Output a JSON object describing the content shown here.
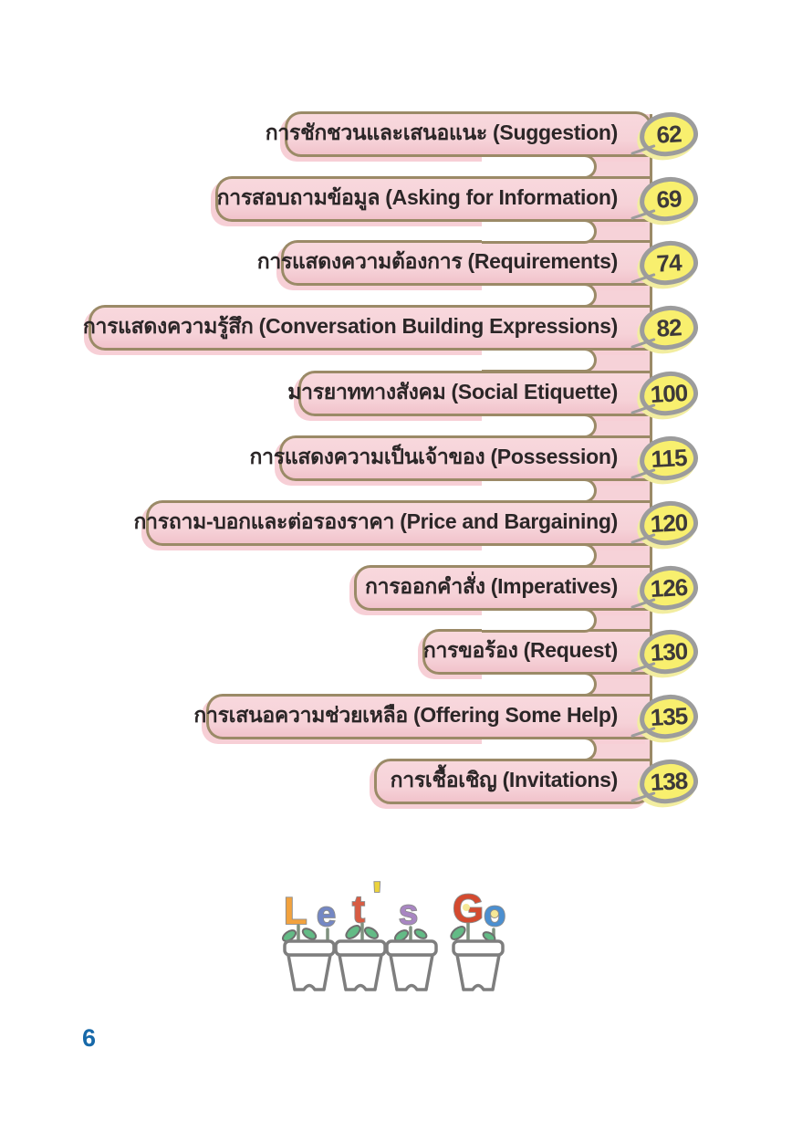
{
  "toc": {
    "items": [
      {
        "title": "การชักชวนและเสนอแนะ (Suggestion)",
        "page": "62"
      },
      {
        "title": "การสอบถามข้อมูล (Asking for Information)",
        "page": "69"
      },
      {
        "title": "การแสดงความต้องการ (Requirements)",
        "page": "74"
      },
      {
        "title": "การแสดงความรู้สึก (Conversation Building Expressions)",
        "page": "82"
      },
      {
        "title": "มารยาททางสังคม (Social Etiquette)",
        "page": "100"
      },
      {
        "title": "การแสดงความเป็นเจ้าของ (Possession)",
        "page": "115"
      },
      {
        "title": "การถาม-บอกและต่อรองราคา (Price and Bargaining)",
        "page": "120"
      },
      {
        "title": "การออกคำสั่ง (Imperatives)",
        "page": "126"
      },
      {
        "title": "การขอร้อง (Request)",
        "page": "130"
      },
      {
        "title": "การเสนอความช่วยเหลือ (Offering Some Help)",
        "page": "135"
      },
      {
        "title": "การเชื้อเชิญ (Invitations)",
        "page": "138"
      }
    ]
  },
  "decoration": {
    "letters": [
      "L",
      "e",
      "t",
      "'",
      "s",
      "G",
      "o"
    ]
  },
  "footer": {
    "page_number": "6"
  },
  "colors": {
    "bar_fill": "#f6d2d8",
    "bar_outline": "#9b8a67",
    "badge_fill": "#f8ef6e",
    "badge_outline": "#9c9c9c",
    "text": "#2b2627",
    "page_number_blue": "#1769a9"
  }
}
